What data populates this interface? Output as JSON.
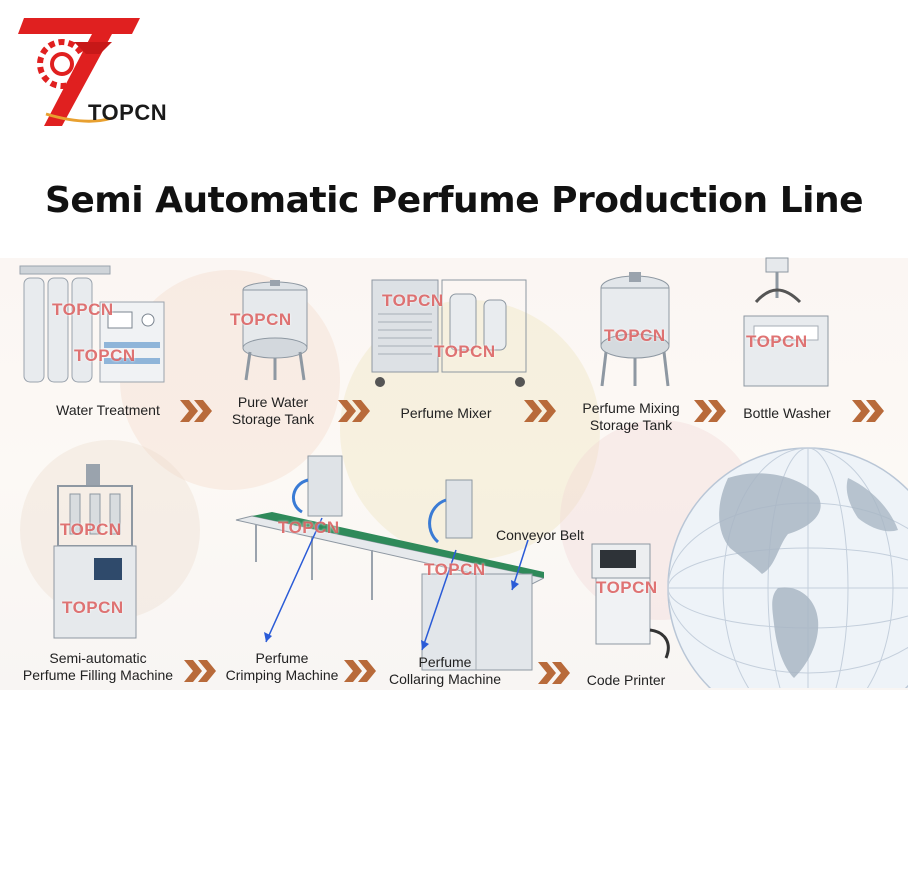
{
  "brand": {
    "name": "TOPCN",
    "accent": "#e02020",
    "accent_dark": "#c71818"
  },
  "title": "Semi Automatic Perfume Production Line",
  "watermark": "TOPCN",
  "row1": [
    {
      "label": "Water Treatment"
    },
    {
      "label_line1": "Pure Water",
      "label_line2": "Storage Tank"
    },
    {
      "label": "Perfume Mixer"
    },
    {
      "label_line1": "Perfume Mixing",
      "label_line2": "Storage Tank"
    },
    {
      "label": "Bottle Washer"
    }
  ],
  "row2": [
    {
      "label_line1": "Semi-automatic",
      "label_line2": "Perfume Filling Machine"
    },
    {
      "label_line1": "Perfume",
      "label_line2": "Crimping Machine"
    },
    {
      "label_line1": "Perfume",
      "label_line2": "Collaring Machine"
    },
    {
      "label": "Code Printer"
    }
  ],
  "conveyor_label": "Conveyor Belt",
  "colors": {
    "chevron": "#b86a3a",
    "steel": "#c9ccd1",
    "arrow": "#2a5bd7"
  }
}
